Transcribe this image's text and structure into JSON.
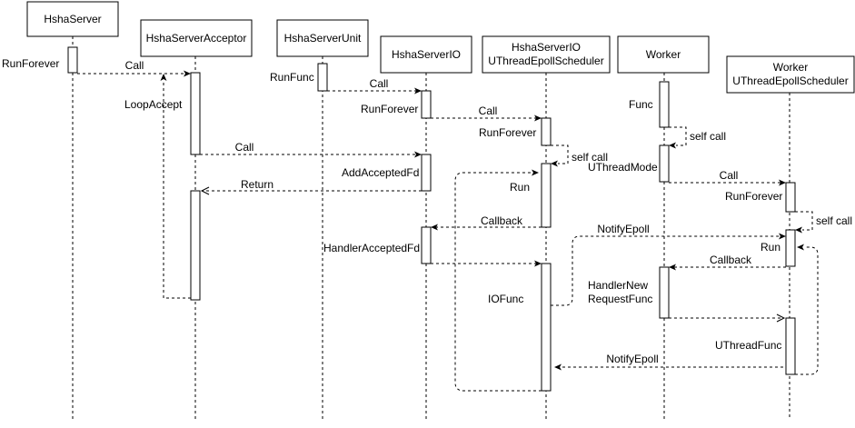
{
  "participants": {
    "hsha_server": {
      "label": "HshaServer"
    },
    "acceptor": {
      "label": "HshaServerAcceptor"
    },
    "unit": {
      "label": "HshaServerUnit"
    },
    "io": {
      "label": "HshaServerIO"
    },
    "io_scheduler": {
      "label_line1": "HshaServerIO",
      "label_line2": "UThreadEpollScheduler"
    },
    "worker": {
      "label": "Worker"
    },
    "worker_scheduler": {
      "label_line1": "Worker",
      "label_line2": "UThreadEpollScheduler"
    }
  },
  "activation_labels": {
    "run_forever_server": "RunForever",
    "loop_accept": "LoopAccept",
    "run_func": "RunFunc",
    "run_forever_io": "RunForever",
    "run_forever_io_sched": "RunForever",
    "add_accepted_fd": "AddAcceptedFd",
    "run_io_sched": "Run",
    "handler_accepted_fd": "HandlerAcceptedFd",
    "io_func": "IOFunc",
    "func": "Func",
    "uthread_mode": "UThreadMode",
    "run_forever_worker_sched": "RunForever",
    "run_worker_sched": "Run",
    "handler_new_request_func_line1": "HandlerNew",
    "handler_new_request_func_line2": "RequestFunc",
    "uthread_func": "UThreadFunc"
  },
  "messages": {
    "call_acceptor": "Call",
    "call_io": "Call",
    "call_io_sched": "Call",
    "call_add_fd": "Call",
    "return_acceptor": "Return",
    "self_call_io_sched": "self call",
    "callback_io": "Callback",
    "self_call_worker": "self call",
    "call_worker_sched": "Call",
    "self_call_worker_sched": "self call",
    "notify_epoll_worker": "NotifyEpoll",
    "callback_worker": "Callback",
    "notify_epoll_io": "NotifyEpoll"
  }
}
